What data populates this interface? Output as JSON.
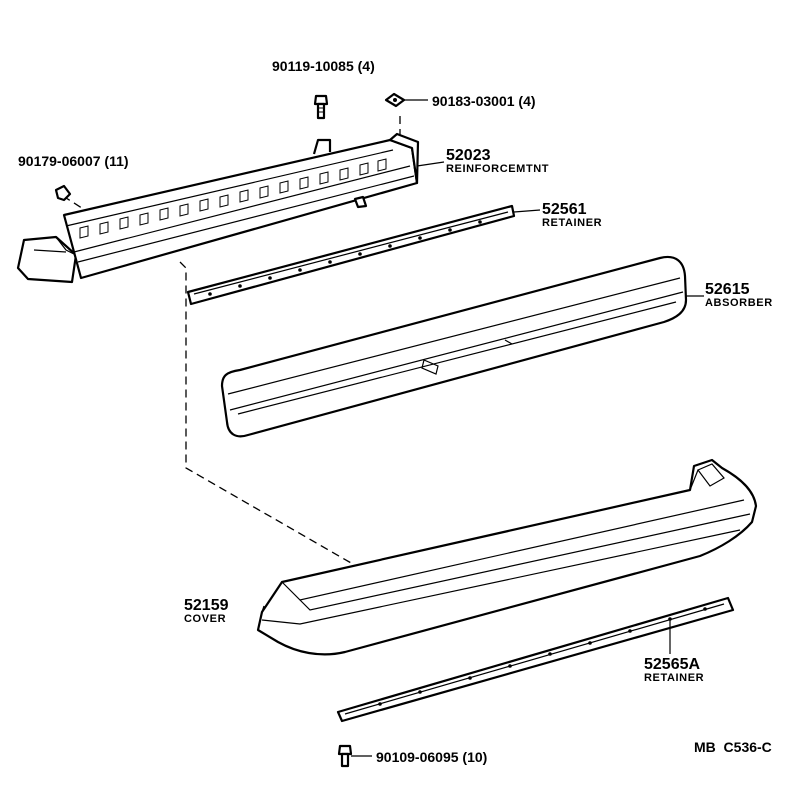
{
  "diagram": {
    "parts": [
      {
        "id": "p52023",
        "number": "52023",
        "name": "REINFORCEMTNT"
      },
      {
        "id": "p52561",
        "number": "52561",
        "name": "RETAINER"
      },
      {
        "id": "p52615",
        "number": "52615",
        "name": "ABSORBER"
      },
      {
        "id": "p52159",
        "number": "52159",
        "name": "COVER"
      },
      {
        "id": "p52565A",
        "number": "52565A",
        "name": "RETAINER"
      }
    ],
    "hardware": [
      {
        "id": "hw1",
        "label": "90119-10085 (4)"
      },
      {
        "id": "hw2",
        "label": "90183-03001 (4)"
      },
      {
        "id": "hw3",
        "label": "90179-06007 (11)"
      },
      {
        "id": "hw4",
        "label": "90109-06095 (10)"
      }
    ],
    "code": "MB  C536-C"
  }
}
